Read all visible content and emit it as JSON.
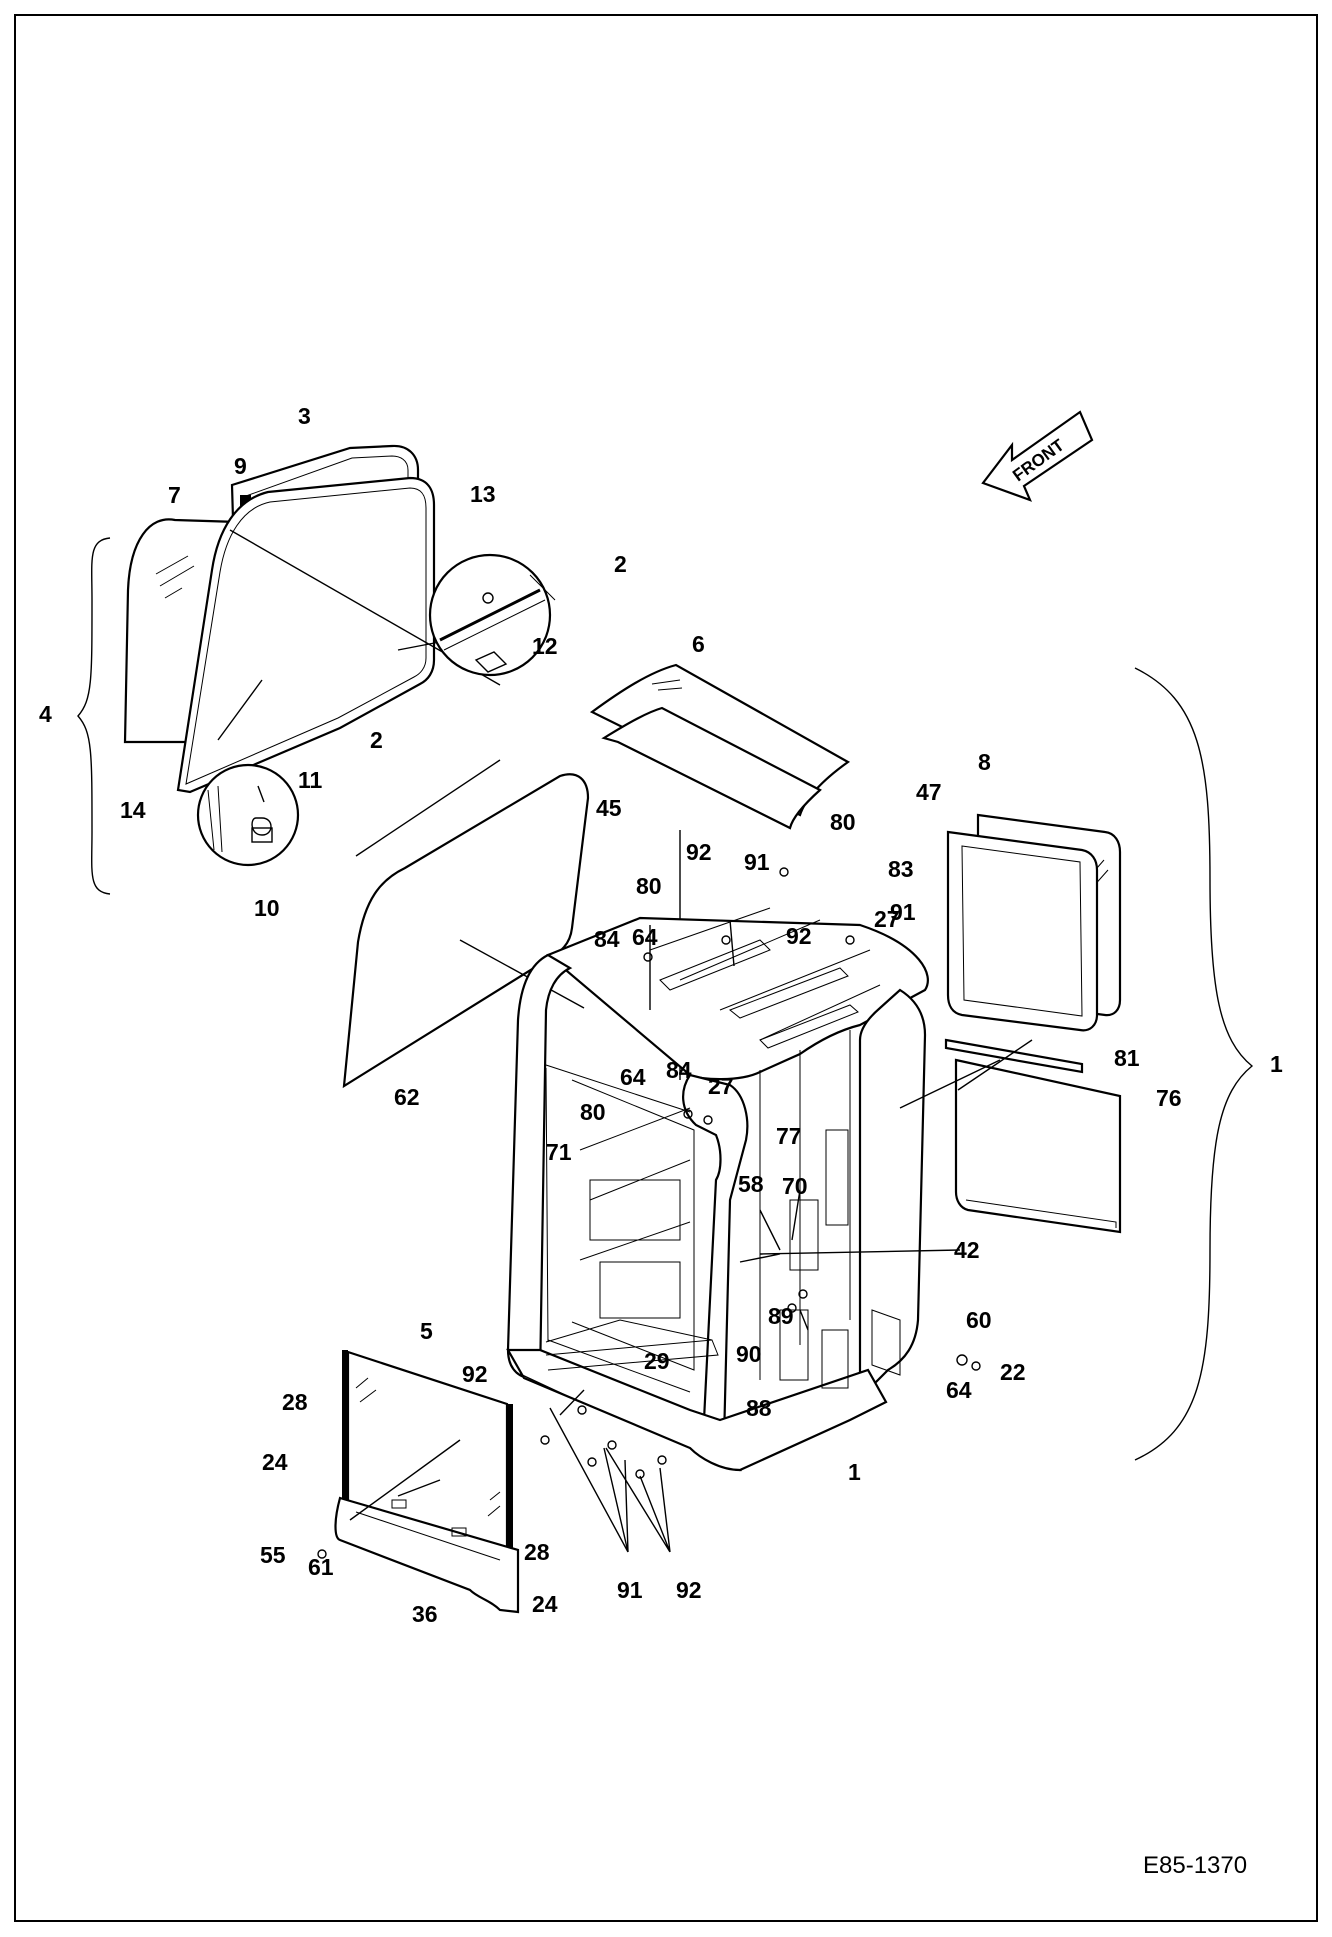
{
  "drawing_ref": "E85-1370",
  "direction_label": "FRONT",
  "callouts": [
    "1",
    "1",
    "2",
    "2",
    "3",
    "4",
    "5",
    "6",
    "7",
    "8",
    "9",
    "10",
    "11",
    "12",
    "13",
    "14",
    "22",
    "24",
    "24",
    "27",
    "27",
    "28",
    "28",
    "29",
    "36",
    "42",
    "45",
    "47",
    "55",
    "58",
    "60",
    "61",
    "62",
    "64",
    "64",
    "64",
    "70",
    "71",
    "76",
    "77",
    "80",
    "80",
    "80",
    "81",
    "83",
    "84",
    "84",
    "88",
    "89",
    "90",
    "91",
    "91",
    "91",
    "92",
    "92",
    "92",
    "92"
  ]
}
